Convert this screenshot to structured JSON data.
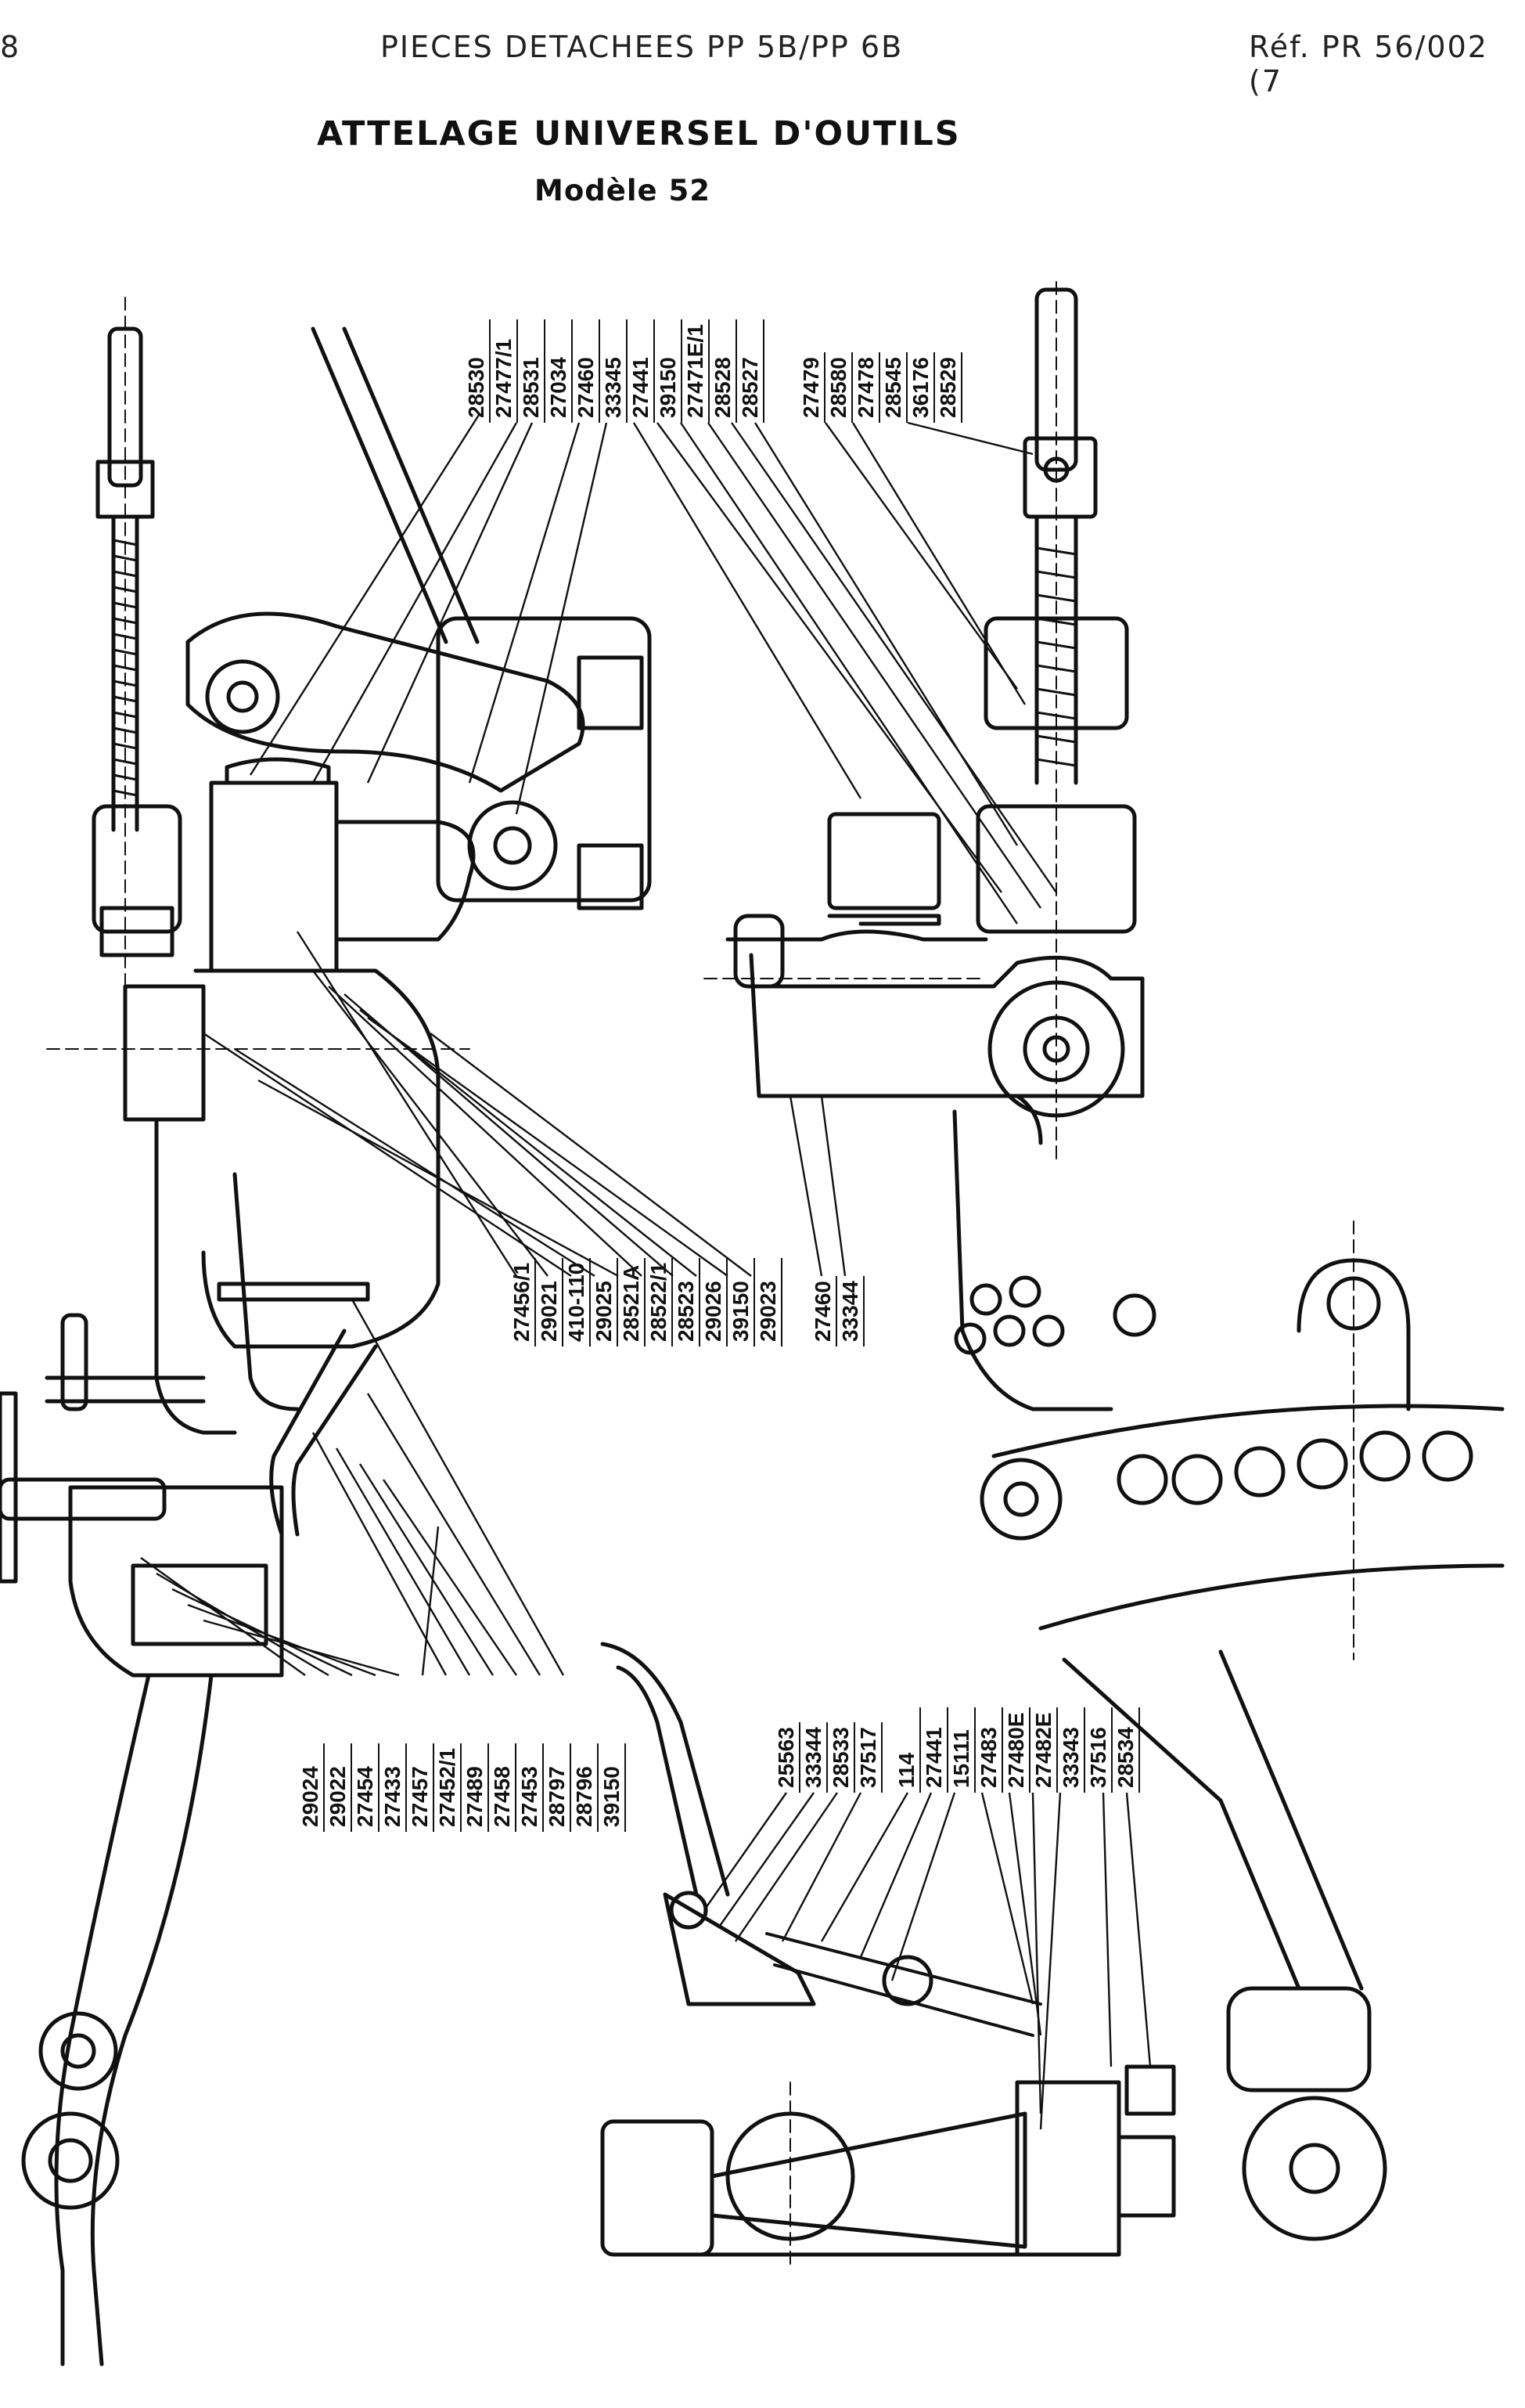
{
  "header": {
    "page_number": "8",
    "doc_title": "PIECES DETACHEES PP 5B/PP 6B",
    "reference": "Réf. PR 56/002 (7"
  },
  "title": "ATTELAGE UNIVERSEL D'OUTILS",
  "subtitle": "Modèle 52",
  "callouts": {
    "top_left": [
      "28527",
      "28528",
      "27471E/1",
      "39150",
      "27441",
      "33345",
      "27460",
      "27034",
      "28531",
      "27477/1",
      "28530"
    ],
    "top_right": [
      "28529",
      "36176",
      "28545",
      "27478",
      "28580",
      "27479"
    ],
    "middle": [
      "29023",
      "39150",
      "29026",
      "28523",
      "28522/1",
      "28521A",
      "29025",
      "410-110",
      "29021",
      "27456/1"
    ],
    "middle_right": [
      "33344",
      "27460"
    ],
    "lower_left": [
      "39150",
      "28796",
      "28797",
      "27453",
      "27458",
      "27489",
      "27452/1",
      "27457",
      "27433",
      "27454",
      "29022",
      "29024"
    ],
    "lower_center": [
      "37517",
      "28533",
      "33344",
      "25563"
    ],
    "lower_right": [
      "28534",
      "37516",
      "33343",
      "27482E",
      "27480E",
      "27483",
      "15111",
      "27441",
      "114"
    ]
  },
  "colors": {
    "ink": "#111111",
    "paper": "#ffffff"
  }
}
